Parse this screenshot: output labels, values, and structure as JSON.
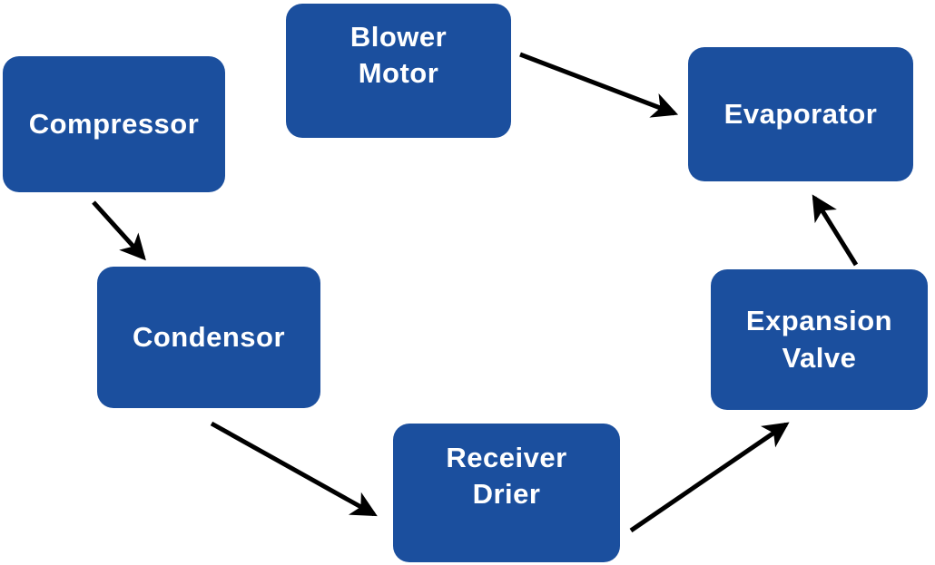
{
  "diagram": {
    "description": "Air conditioning system flow diagram",
    "node_color": "#1b4f9e",
    "text_color": "#ffffff",
    "arrow_color": "#000000",
    "background_color": "#ffffff",
    "nodes": [
      {
        "id": "compressor",
        "label": "Compressor"
      },
      {
        "id": "blower-motor",
        "label": "Blower\nMotor"
      },
      {
        "id": "evaporator",
        "label": "Evaporator"
      },
      {
        "id": "condensor",
        "label": "Condensor"
      },
      {
        "id": "expansion-valve",
        "label": "Expansion\nValve"
      },
      {
        "id": "receiver-drier",
        "label": "Receiver\nDrier"
      }
    ],
    "edges": [
      {
        "from": "compressor",
        "to": "condensor"
      },
      {
        "from": "blower-motor",
        "to": "evaporator"
      },
      {
        "from": "condensor",
        "to": "receiver-drier"
      },
      {
        "from": "receiver-drier",
        "to": "expansion-valve"
      },
      {
        "from": "expansion-valve",
        "to": "evaporator"
      }
    ]
  }
}
